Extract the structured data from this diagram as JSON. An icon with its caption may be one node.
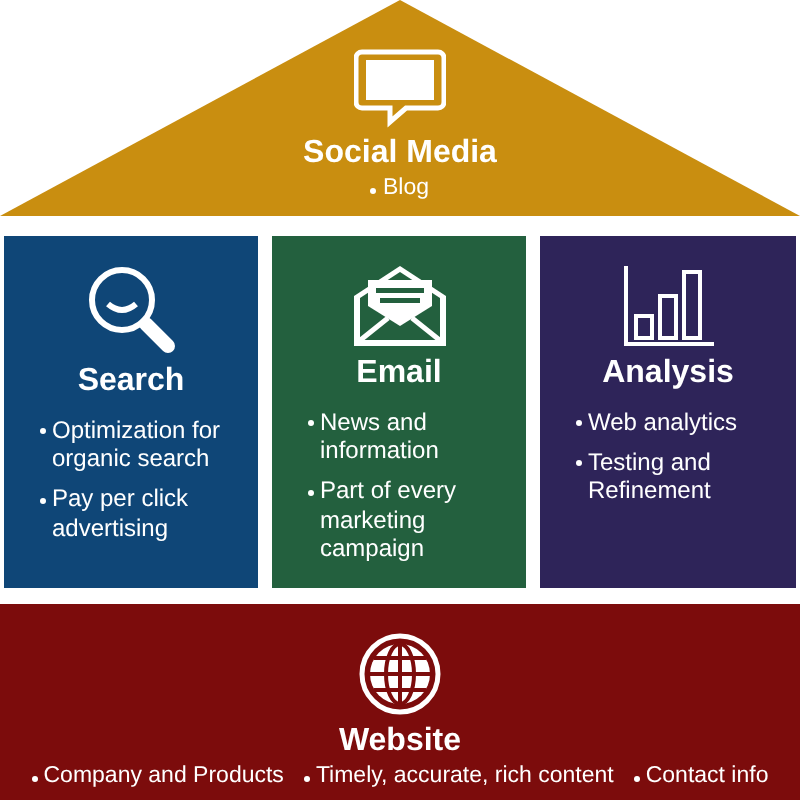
{
  "diagram": {
    "nodes": [
      {
        "text": [
          "Social Media",
          "Blog"
        ]
      },
      {
        "text": [
          "Search",
          "Optimization for organic search",
          "Pay per click advertising"
        ]
      },
      {
        "text": [
          "Email",
          "News and information",
          "Part of every marketing campaign"
        ]
      },
      {
        "text": [
          "Analysis",
          "Web analytics",
          "Testing and Refinement"
        ]
      },
      {
        "text": [
          "Website",
          "Company and Products",
          "Timely, accurate, rich content",
          "Contact info"
        ]
      }
    ]
  }
}
